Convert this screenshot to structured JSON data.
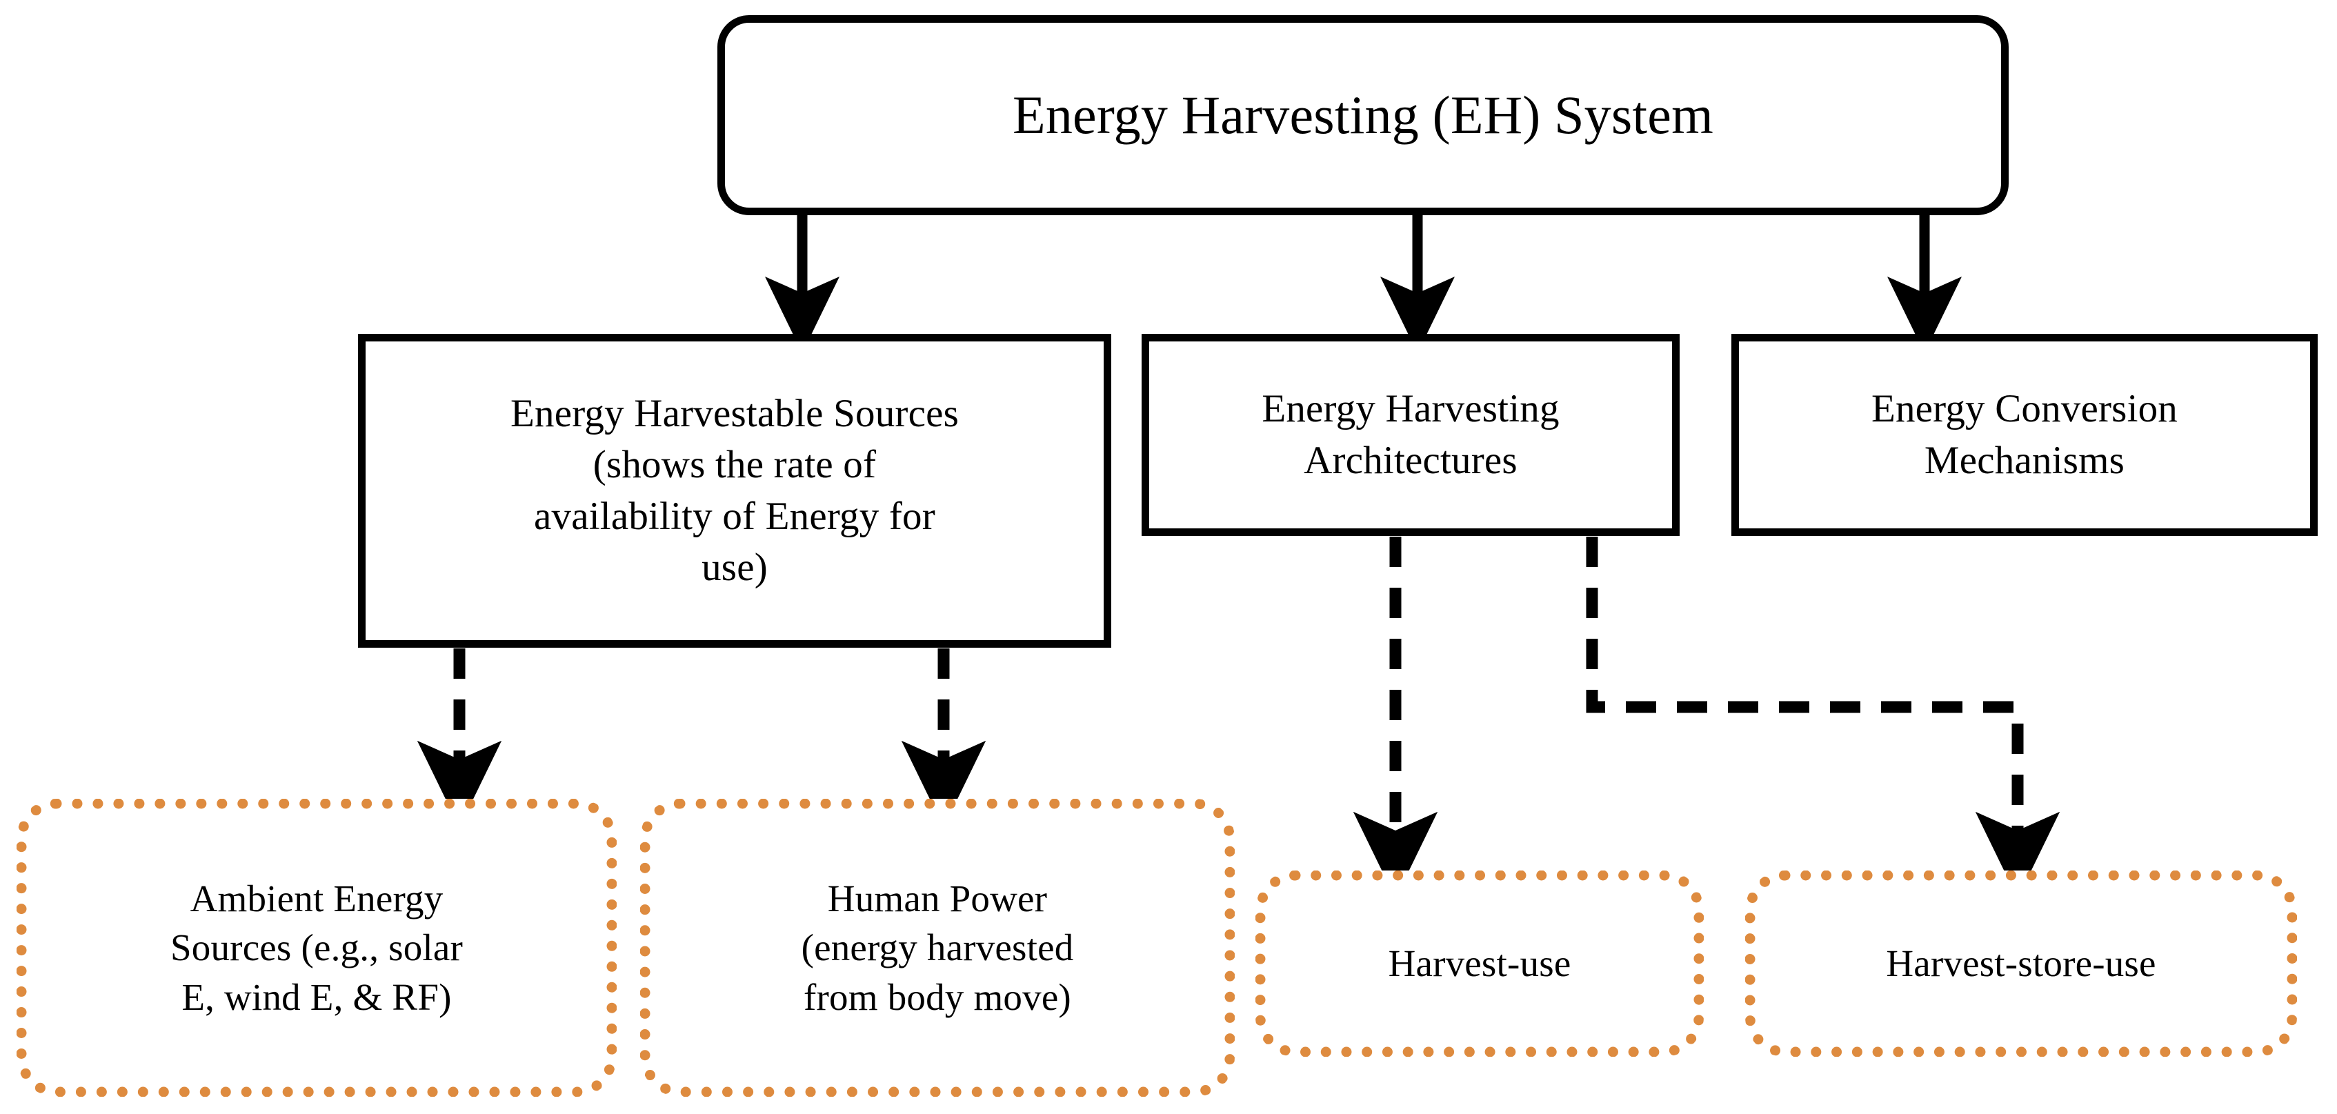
{
  "diagram": {
    "title_node": {
      "id": "root",
      "label": "Energy Harvesting (EH) System",
      "shape": "rounded-rectangle",
      "border_color": "#000000",
      "fill": "#FFFFFF"
    },
    "level2": [
      {
        "id": "energy-harvestable-sources",
        "label": "Energy Harvestable Sources (shows the rate of availability of Energy for use)",
        "line1": "Energy Harvestable Sources",
        "line2": "(shows the rate of",
        "line3": "availability of Energy for",
        "line4": "use)",
        "shape": "rectangle",
        "border_color": "#000000"
      },
      {
        "id": "energy-harvesting-architectures",
        "label": "Energy Harvesting Architectures",
        "line1": "Energy Harvesting",
        "line2": "Architectures",
        "shape": "rectangle",
        "border_color": "#000000"
      },
      {
        "id": "energy-conversion-mechanisms",
        "label": "Energy Conversion Mechanisms",
        "line1": "Energy Conversion",
        "line2": "Mechanisms",
        "shape": "rectangle",
        "border_color": "#000000"
      }
    ],
    "level3": [
      {
        "id": "ambient-energy-sources",
        "label": "Ambient Energy Sources (e.g., solar E, wind E, & RF)",
        "line1": "Ambient Energy",
        "line2": "Sources (e.g., solar",
        "line3": "E, wind E, & RF)",
        "shape": "rounded-rectangle-dotted",
        "border_color": "#DE8B3F"
      },
      {
        "id": "human-power",
        "label": "Human Power (energy harvested from body move)",
        "line1": "Human Power",
        "line2": "(energy harvested",
        "line3": "from body move)",
        "shape": "rounded-rectangle-dotted",
        "border_color": "#DE8B3F"
      },
      {
        "id": "harvest-use",
        "label": "Harvest-use",
        "line1": "Harvest-use",
        "shape": "rounded-rectangle-dotted",
        "border_color": "#DE8B3F"
      },
      {
        "id": "harvest-store-use",
        "label": "Harvest-store-use",
        "line1": "Harvest-store-use",
        "shape": "rounded-rectangle-dotted",
        "border_color": "#DE8B3F"
      }
    ],
    "edges": [
      {
        "from": "root",
        "to": "energy-harvestable-sources",
        "style": "solid",
        "arrow": true
      },
      {
        "from": "root",
        "to": "energy-harvesting-architectures",
        "style": "solid",
        "arrow": true
      },
      {
        "from": "root",
        "to": "energy-conversion-mechanisms",
        "style": "solid",
        "arrow": true
      },
      {
        "from": "energy-harvestable-sources",
        "to": "ambient-energy-sources",
        "style": "dashed",
        "arrow": true
      },
      {
        "from": "energy-harvestable-sources",
        "to": "human-power",
        "style": "dashed",
        "arrow": true
      },
      {
        "from": "energy-harvesting-architectures",
        "to": "harvest-use",
        "style": "dashed",
        "arrow": true
      },
      {
        "from": "energy-harvesting-architectures",
        "to": "harvest-store-use",
        "style": "dashed",
        "arrow": true
      }
    ],
    "colors": {
      "line": "#000000",
      "accent_orange": "#DE8B3F",
      "background": "#FFFFFF"
    }
  }
}
